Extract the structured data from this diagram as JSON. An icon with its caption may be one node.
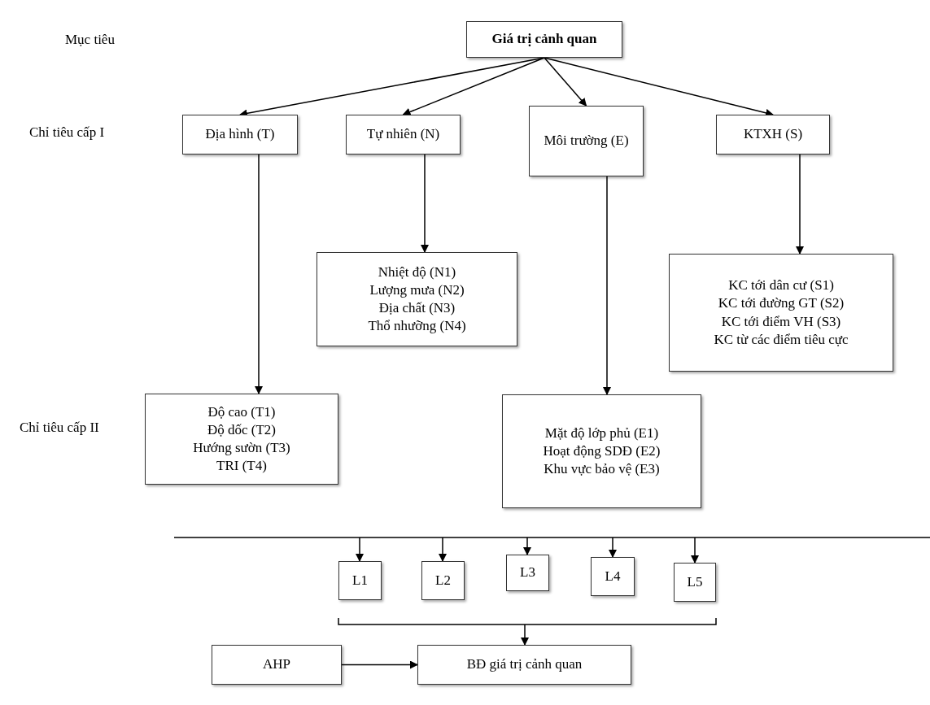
{
  "diagram": {
    "nodes": [
      {
        "text": [
          "Giá trị cảnh quan"
        ]
      },
      {
        "text": [
          "Địa hình (T)"
        ]
      },
      {
        "text": [
          "Tự nhiên (N)"
        ]
      },
      {
        "text": [
          "Môi trường (E)"
        ]
      },
      {
        "text": [
          "KTXH (S)"
        ]
      },
      {
        "text": [
          "Nhiệt độ (N1)",
          "Lượng mưa (N2)",
          "Địa chất (N3)",
          "Thổ nhưỡng (N4)"
        ]
      },
      {
        "text": [
          "KC tới dân cư (S1)",
          "KC tới đường GT (S2)",
          "KC tới điểm VH (S3)",
          "KC từ các điểm tiêu cực"
        ]
      },
      {
        "text": [
          "Độ cao (T1)",
          "Độ dốc (T2)",
          "Hướng sườn (T3)",
          "TRI (T4)"
        ]
      },
      {
        "text": [
          "Mặt độ lớp phủ (E1)",
          "Hoạt động SDĐ (E2)",
          "Khu vực bảo vệ (E3)"
        ]
      },
      {
        "text": [
          "L1"
        ]
      },
      {
        "text": [
          "L2"
        ]
      },
      {
        "text": [
          "L3"
        ]
      },
      {
        "text": [
          "L4"
        ]
      },
      {
        "text": [
          "L5"
        ]
      },
      {
        "text": [
          "AHP"
        ]
      },
      {
        "text": [
          "BĐ giá trị cảnh quan"
        ]
      }
    ],
    "edges": [
      {
        "from": 0,
        "to": 1,
        "arrow": "to"
      },
      {
        "from": 0,
        "to": 2,
        "arrow": "to"
      },
      {
        "from": 0,
        "to": 3,
        "arrow": "to"
      },
      {
        "from": 0,
        "to": 4,
        "arrow": "to"
      },
      {
        "from": 1,
        "to": 7,
        "arrow": "to"
      },
      {
        "from": 2,
        "to": 5,
        "arrow": "to"
      },
      {
        "from": 3,
        "to": 8,
        "arrow": "to"
      },
      {
        "from": 4,
        "to": 6,
        "arrow": "to"
      },
      {
        "from": null,
        "to": 9,
        "arrow": "to"
      },
      {
        "from": null,
        "to": 10,
        "arrow": "to"
      },
      {
        "from": null,
        "to": 11,
        "arrow": "to"
      },
      {
        "from": null,
        "to": 12,
        "arrow": "to"
      },
      {
        "from": null,
        "to": 13,
        "arrow": "to"
      },
      {
        "from": null,
        "to": 15,
        "arrow": "to"
      },
      {
        "from": 14,
        "to": 15,
        "arrow": "to"
      }
    ],
    "labels": [
      "Mục tiêu",
      "Chỉ tiêu cấp I",
      "Chỉ tiêu cấp II"
    ]
  }
}
